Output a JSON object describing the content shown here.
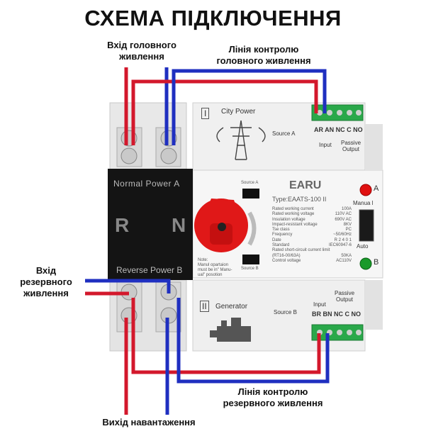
{
  "title": "СХЕМА ПІДКЛЮЧЕННЯ",
  "labels": {
    "main_input": [
      "Вхід головного",
      "живлення"
    ],
    "main_control": [
      "Лінія контролю",
      "головного живлення"
    ],
    "backup_input": [
      "Вхід",
      "резервного",
      "живлення"
    ],
    "backup_control": [
      "Лінія контролю",
      "резервного живлення"
    ],
    "load_output": "Вихід навантаження"
  },
  "device": {
    "panel_a_roman": "I",
    "panel_a_name": "City Power",
    "source_a": "Source A",
    "terminals_a": "AR AN NC C NO",
    "input_label": "Input",
    "passive_output_label": [
      "Passive",
      "Output"
    ],
    "brand": "EARU",
    "type": "Type:EAATS-100 II",
    "normal_power": "Normal Power A",
    "reverse_power": "Reverse Power B",
    "pole_r": "R",
    "pole_n": "N",
    "switch_source_a": "Source A",
    "switch_source_b": "Source B",
    "indicator_a": "A",
    "indicator_b": "B",
    "mode_manual": "Manua l",
    "mode_auto": "Auto",
    "note": [
      "Note:",
      "Manul opartaion",
      "must be in\" Manu-",
      "ual\"  posotion"
    ],
    "specs": [
      [
        "Rated working current",
        "100A"
      ],
      [
        "Rated working voltage",
        "110V AC"
      ],
      [
        "Insulation voltage",
        "690V AC"
      ],
      [
        "Impact-resistant voltage",
        "8KV"
      ],
      [
        "Tse class",
        "PC"
      ],
      [
        "Frequency",
        "~50/60Hz"
      ],
      [
        "Date",
        "R 2 4 0 1"
      ],
      [
        "Standard",
        "IEC60947-6"
      ],
      [
        "Rated short-circuit current limit",
        ""
      ],
      [
        "(RT16-00/63A)",
        "50KA"
      ],
      [
        "Control voltage",
        "AC110V"
      ]
    ],
    "panel_b_roman": "II",
    "panel_b_name": "Generator",
    "source_b": "Source B",
    "terminals_b": "BR BN NC C NO",
    "input_label_b": "Input",
    "passive_output_label_b": [
      "Passive",
      "Output"
    ]
  },
  "colors": {
    "phase_wire": "#d3182c",
    "neutral_wire": "#1f2fc0",
    "terminal_green": "#2aa84a",
    "knob_red": "#e01818",
    "lamp_a": "#e01010",
    "lamp_b": "#1a9a2a"
  }
}
